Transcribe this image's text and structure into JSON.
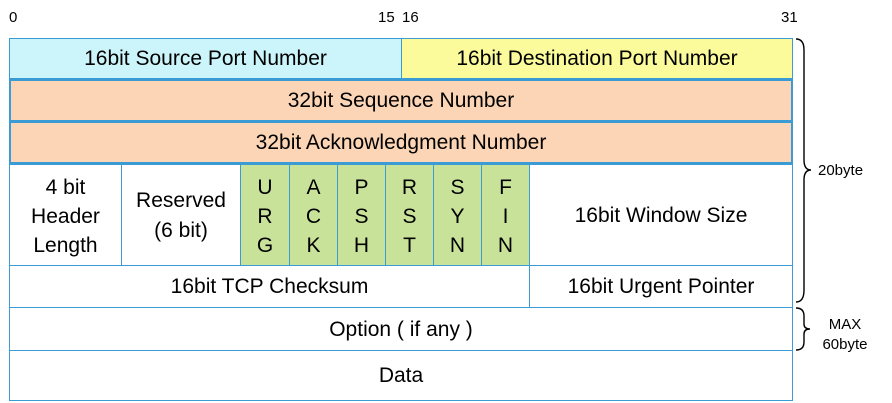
{
  "bit_labels": {
    "b0": "0",
    "b15": "15",
    "b16": "16",
    "b31": "31"
  },
  "rows": {
    "source_port": "16bit Source Port Number",
    "destination_port": "16bit Destination Port Number",
    "sequence": "32bit Sequence Number",
    "acknowledgment": "32bit Acknowledgment Number",
    "header_length": [
      "4 bit",
      "Header",
      "Length"
    ],
    "reserved": [
      "Reserved",
      "(6 bit)"
    ],
    "flags": [
      [
        "U",
        "R",
        "G"
      ],
      [
        "A",
        "C",
        "K"
      ],
      [
        "P",
        "S",
        "H"
      ],
      [
        "R",
        "S",
        "T"
      ],
      [
        "S",
        "Y",
        "N"
      ],
      [
        "F",
        "I",
        "N"
      ]
    ],
    "window_size": "16bit Window Size",
    "checksum": "16bit TCP Checksum",
    "urgent_pointer": "16bit Urgent Pointer",
    "option": "Option ( if any )",
    "data": "Data"
  },
  "side_labels": {
    "header_size": "20byte",
    "max_line1": "MAX",
    "max_line2": "60byte"
  },
  "colors": {
    "source_port": "#ccf5fb",
    "destination_port": "#fbfb9c",
    "seq_ack": "#fbd5b5",
    "flags": "#c9e29a",
    "white": "#ffffff",
    "border": "#3a9bd5"
  }
}
